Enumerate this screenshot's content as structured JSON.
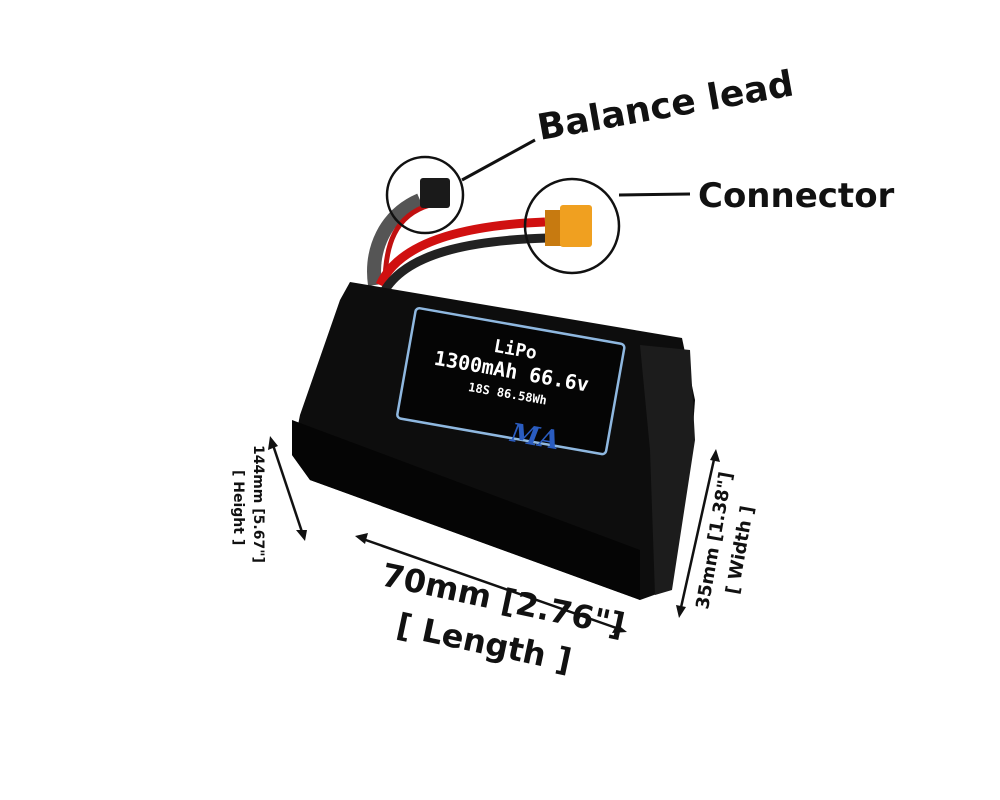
{
  "callouts": {
    "balance_lead": "Balance lead",
    "connector": "Connector"
  },
  "battery_label": {
    "chemistry": "LiPo",
    "capacity_voltage": "1300mAh 66.6v",
    "cells_energy": "18S 86.58Wh",
    "logo_text": "MA"
  },
  "dimensions": {
    "height_value": "144mm [5.67\"]",
    "height_label": "[ Height ]",
    "length_value": "70mm [2.76\"]",
    "length_label": "[ Length ]",
    "width_value": "35mm [1.38\"]",
    "width_label": "[ Width ]"
  },
  "colors": {
    "battery_body": "#0d0d0d",
    "label_border": "#8fb8e0",
    "connector_yellow": "#f0a020",
    "wire_red": "#d01010",
    "logo_blue": "#2a5cc0"
  }
}
